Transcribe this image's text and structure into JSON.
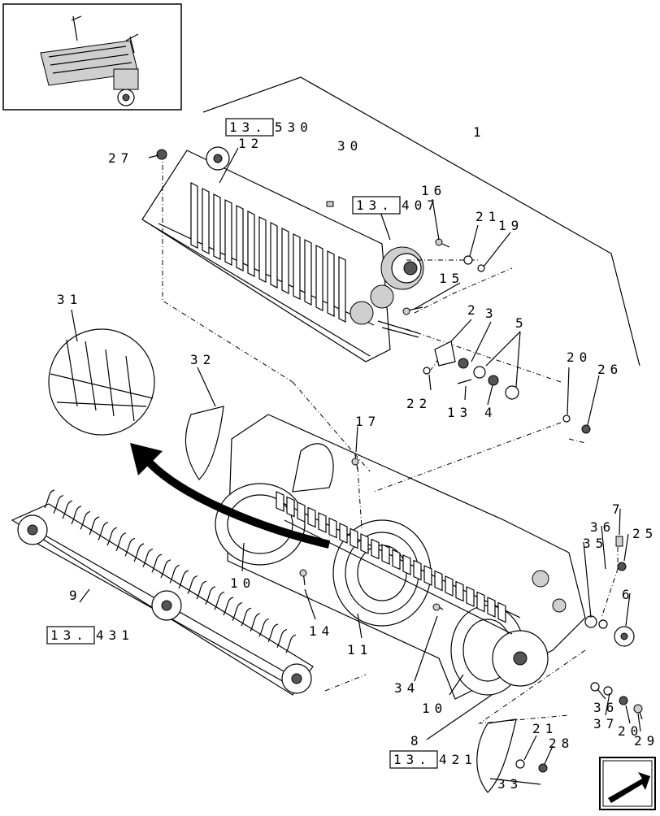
{
  "diagram": {
    "reference_boxes": [
      {
        "box": "13.",
        "rest": "530"
      },
      {
        "box": "13.",
        "rest": "407"
      },
      {
        "box": "13.",
        "rest": "431"
      },
      {
        "box": "13.",
        "rest": "421"
      }
    ],
    "callouts": [
      "1",
      "12",
      "27",
      "30",
      "16",
      "21",
      "19",
      "15",
      "2",
      "3",
      "5",
      "31",
      "32",
      "20",
      "26",
      "22",
      "13",
      "4",
      "17",
      "7",
      "36",
      "25",
      "35",
      "6",
      "10",
      "14",
      "9",
      "11",
      "34",
      "8",
      "37",
      "28",
      "33"
    ]
  }
}
